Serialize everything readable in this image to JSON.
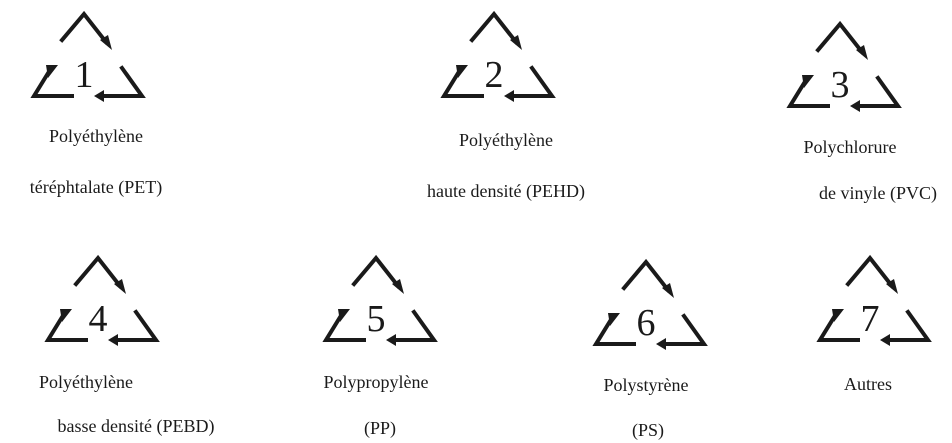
{
  "symbols": [
    {
      "number": "1",
      "line1": "Polyéthylène",
      "line2": "téréphtalate (PET)"
    },
    {
      "number": "2",
      "line1": "Polyéthylène",
      "line2": "haute densité (PEHD)"
    },
    {
      "number": "3",
      "line1": "Polychlorure",
      "line2": "de vinyle (PVC)"
    },
    {
      "number": "4",
      "line1": "Polyéthylène",
      "line2": "basse densité (PEBD)"
    },
    {
      "number": "5",
      "line1": "Polypropylène",
      "line2": "(PP)"
    },
    {
      "number": "6",
      "line1": "Polystyrène",
      "line2": "(PS)"
    },
    {
      "number": "7",
      "line1": "Autres",
      "line2": ""
    }
  ],
  "colors": {
    "ink": "#1a1a1a",
    "background": "#ffffff"
  },
  "icon": "recycling-triangle-icon"
}
